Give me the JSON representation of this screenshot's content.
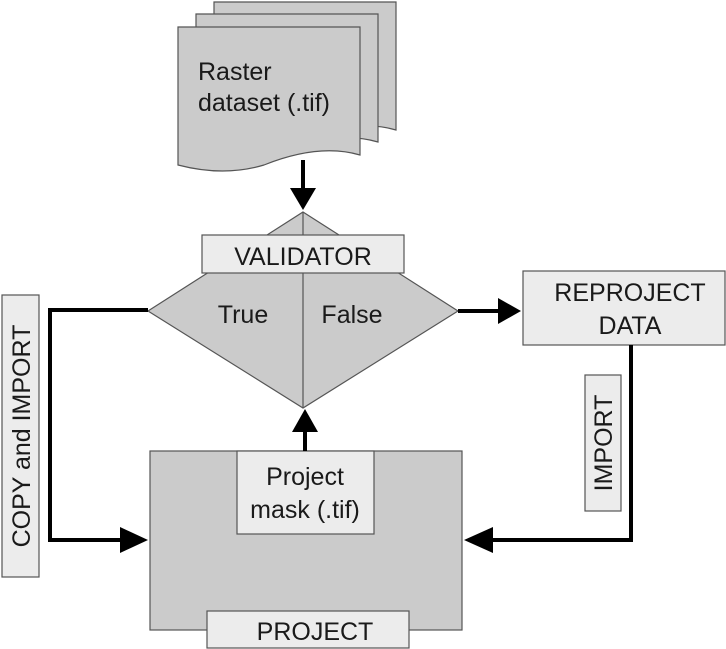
{
  "diagram": {
    "raster": {
      "line1": "Raster",
      "line2": "dataset (.tif)"
    },
    "validator": {
      "label": "VALIDATOR",
      "true_label": "True",
      "false_label": "False"
    },
    "reproject": {
      "line1": "REPROJECT",
      "line2": "DATA"
    },
    "import_label": "IMPORT",
    "copy_import_label": "COPY and IMPORT",
    "mask": {
      "line1": "Project",
      "line2": "mask (.tif)"
    },
    "project_label": "PROJECT"
  },
  "colors": {
    "shape_fill": "#cbcbcb",
    "label_box_fill": "#ececec",
    "stroke": "#555555",
    "arrow": "#000000"
  }
}
